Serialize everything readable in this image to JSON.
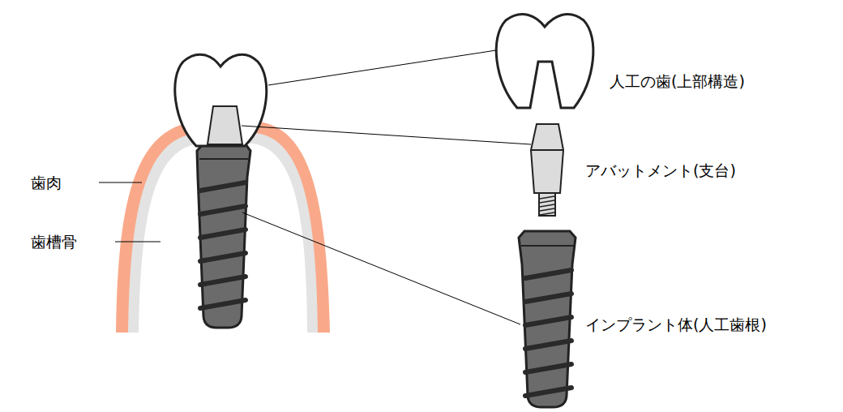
{
  "diagram": {
    "labels": [
      "人工の歯(上部構造)",
      "アバットメント(支台)",
      "インプラント体(人工歯根)",
      "歯肉",
      "歯槽骨"
    ]
  }
}
